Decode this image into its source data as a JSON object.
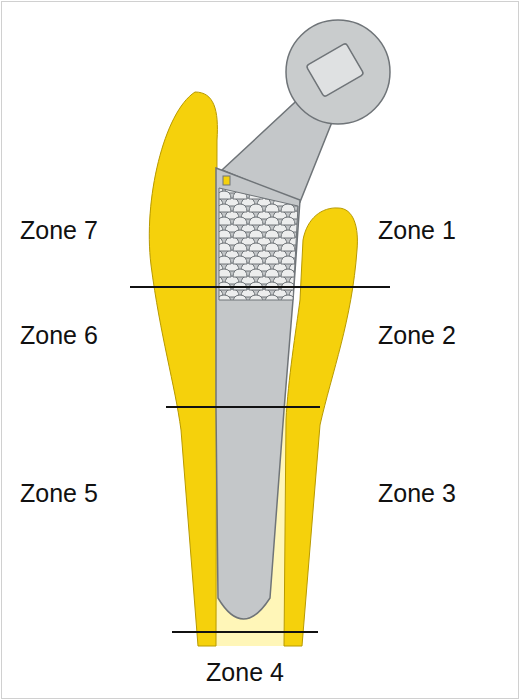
{
  "diagram": {
    "labels": [
      "Zone 7",
      "Zone 1",
      "Zone 6",
      "Zone 2",
      "Zone 5",
      "Zone 3",
      "Zone 4"
    ]
  }
}
